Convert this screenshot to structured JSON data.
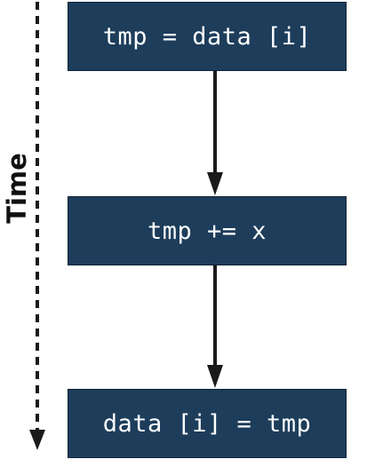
{
  "axis": {
    "label": "Time"
  },
  "steps": [
    {
      "code": "tmp = data [i]"
    },
    {
      "code": "tmp += x"
    },
    {
      "code": "data [i] = tmp"
    }
  ],
  "colors": {
    "box_fill": "#1d3d5b",
    "box_text": "#ffffff",
    "arrow": "#1a1a1a",
    "time_arrow": "#1a1a1a"
  }
}
